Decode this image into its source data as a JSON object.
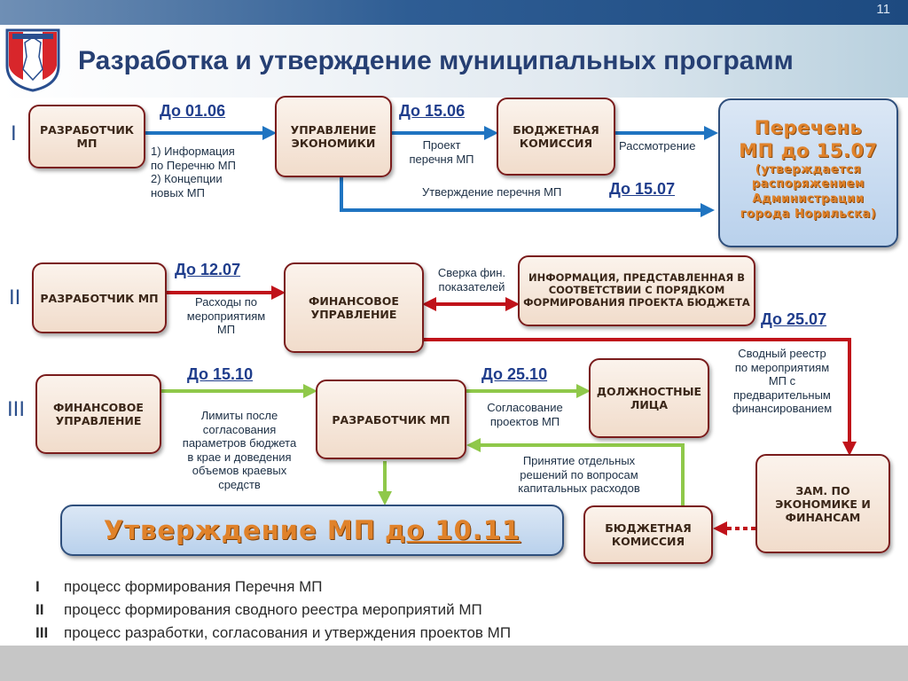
{
  "slide_number": "11",
  "title": "Разработка и утверждение муниципальных программ",
  "colors": {
    "blue_arrow": "#1f74c1",
    "red_arrow": "#c0121a",
    "green_arrow": "#8fc84a",
    "box_border": "#7a1c1c",
    "title": "#263f73",
    "accent_orange": "#e0822a"
  },
  "rows": {
    "I": "I",
    "II": "II",
    "III": "III"
  },
  "boxes": {
    "developer_1": [
      "РАЗРАБОТЧИК",
      "МП"
    ],
    "economy": [
      "УПРАВЛЕНИЕ",
      "ЭКОНОМИКИ"
    ],
    "budget_commission_1": [
      "БЮДЖЕТНАЯ",
      "КОМИССИЯ"
    ],
    "perechen": {
      "line1": "Перечень",
      "line2": "МП до 15.07",
      "sub": [
        "(утверждается",
        "распоряжением",
        "Администрации",
        "города Норильска)"
      ]
    },
    "developer_2": "РАЗРАБОТЧИК МП",
    "finance_2": [
      "ФИНАНСОВОЕ",
      "УПРАВЛЕНИЕ"
    ],
    "info": [
      "ИНФОРМАЦИЯ, ПРЕДСТАВЛЕННАЯ В",
      "СООТВЕТСТВИИ С ПОРЯДКОМ",
      "ФОРМИРОВАНИЯ ПРОЕКТА БЮДЖЕТА"
    ],
    "finance_3": [
      "ФИНАНСОВОЕ",
      "УПРАВЛЕНИЕ"
    ],
    "developer_3": "РАЗРАБОТЧИК МП",
    "officials": [
      "ДОЛЖНОСТНЫЕ",
      "ЛИЦА"
    ],
    "deputy": [
      "ЗАМ. ПО",
      "ЭКОНОМИКЕ И",
      "ФИНАНСАМ"
    ],
    "budget_commission_3": [
      "БЮДЖЕТНАЯ",
      "КОМИССИЯ"
    ],
    "final": {
      "text": "Утверждение МП",
      "date": "до 10.11"
    }
  },
  "dates": {
    "d0106": "До 01.06",
    "d1506": "До 15.06",
    "d1507": "До 15.07",
    "d1207": "До 12.07",
    "d2507": "До 25.07",
    "d1510": "До 15.10",
    "d2510": "До 25.10"
  },
  "labels": {
    "info_list": [
      "1)  Информация",
      "по Перечню МП",
      "2)  Концепции",
      "новых МП"
    ],
    "project": [
      "Проект",
      "перечня МП"
    ],
    "review": "Рассмотрение",
    "approve_list": "Утверждение перечня МП",
    "expenses": [
      "Расходы по",
      "мероприятиям",
      "МП"
    ],
    "reconcile": [
      "Сверка фин.",
      "показателей"
    ],
    "registry": [
      "Сводный реестр",
      "по мероприятиям",
      "МП с",
      "предварительным",
      "финансированием"
    ],
    "limits": [
      "Лимиты после",
      "согласования",
      "параметров бюджета",
      "в крае и доведения",
      "объемов краевых",
      "средств"
    ],
    "agree": [
      "Согласование",
      "проектов МП"
    ],
    "decisions": [
      "Принятие отдельных",
      "решений по вопросам",
      "капитальных расходов"
    ]
  },
  "legend": [
    {
      "mark": "I",
      "text": "процесс формирования Перечня МП"
    },
    {
      "mark": "II",
      "text": "процесс формирования сводного реестра мероприятий МП"
    },
    {
      "mark": "III",
      "text": "процесс разработки, согласования и утверждения проектов МП"
    }
  ]
}
